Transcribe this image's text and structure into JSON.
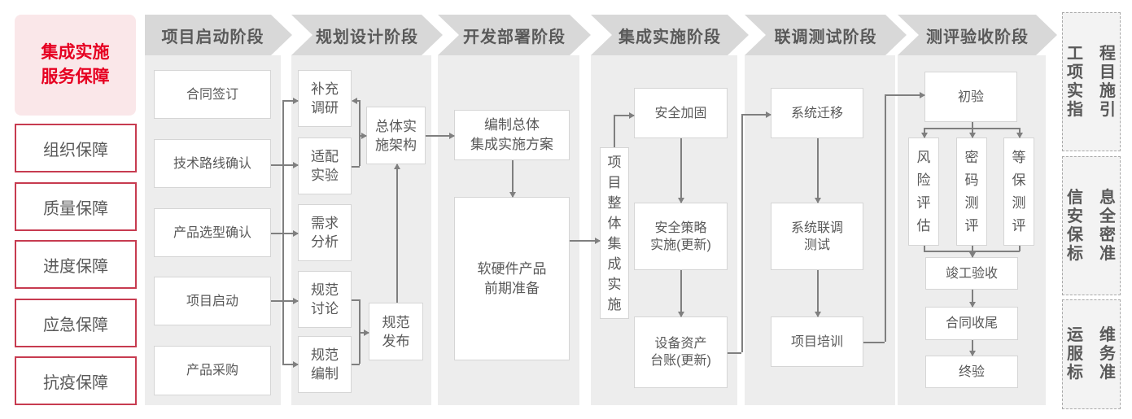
{
  "colors": {
    "accent_red_text": "#e60021",
    "pink_card_bg": "#fae7e9",
    "red_border": "#c73b50",
    "panel_bg": "#ededed",
    "header_band_bg": "#d8d8d8",
    "text_gray": "#595959",
    "connector_gray": "#7f7f7f",
    "box_border": "#d5d5d5",
    "dashed_card_bg": "#f3f3f3"
  },
  "left_sidebar": {
    "title": "集成实施\n服务保障",
    "items": [
      "组织保障",
      "质量保障",
      "进度保障",
      "应急保障",
      "抗疫保障"
    ]
  },
  "phases": [
    {
      "label": "项目启动阶段",
      "steps": [
        "合同签订",
        "技术路线确认",
        "产品选型确认",
        "项目启动",
        "产品采购"
      ]
    },
    {
      "label": "规划设计阶段",
      "steps": [
        "补充\n调研",
        "适配\n实验",
        "需求\n分析",
        "规范\n讨论",
        "规范\n编制",
        "总体实\n施架构",
        "规范\n发布"
      ]
    },
    {
      "label": "开发部署阶段",
      "steps": [
        "编制总体\n集成实施方案",
        "软硬件产品\n前期准备"
      ]
    },
    {
      "label": "集成实施阶段",
      "steps": [
        "项\n目\n整\n体\n集\n成\n实\n施",
        "安全加固",
        "安全策略\n实施(更新)",
        "设备资产\n台账(更新)"
      ]
    },
    {
      "label": "联调测试阶段",
      "steps": [
        "系统迁移",
        "系统联调\n测试",
        "项目培训"
      ]
    },
    {
      "label": "测评验收阶段",
      "steps": [
        "初验",
        "风\n险\n评\n估",
        "密\n码\n测\n评",
        "等\n保\n测\n评",
        "竣工验收",
        "合同收尾",
        "终验"
      ]
    }
  ],
  "right_sidebar": [
    {
      "text": "工　程\n项　目\n实　施\n指　引"
    },
    {
      "text": "信　息\n安　全\n保　密\n标　准"
    },
    {
      "text": "运　维\n服　务\n标　准"
    }
  ]
}
